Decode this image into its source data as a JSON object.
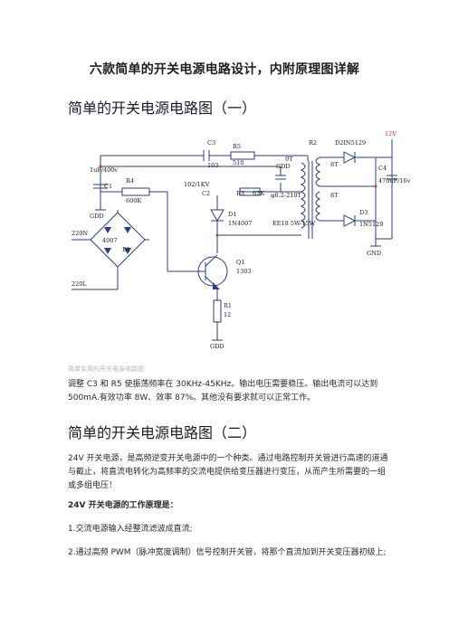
{
  "title": "六款简单的开关电源电路设计，内附原理图详解",
  "section1": {
    "heading": "简单的开关电源电路图（一）",
    "caption": "简单实用的开关电源电路图",
    "description": "调整 C3 和 R5 使振荡频率在 30KHz-45KHz。输出电压需要稳压。输出电流可以达到 500mA.有效功率 8W、效率 87%。其他没有要求就可以正常工作。"
  },
  "schematic": {
    "labels": {
      "c3": "C3",
      "c3_val": "103",
      "r5": "R5",
      "r5_val": "510",
      "r2": "R2",
      "d2": "D2IN5129",
      "v12": "12V",
      "c1_rating": "1uF/400v",
      "c1": "C1",
      "gdd": "GDD",
      "gdd2": "GDD",
      "turns9": "9T",
      "turns8a": "8T",
      "turns8b": "8T",
      "c4": "C4",
      "c4_val": "470uF/16v",
      "r4": "R4",
      "r4_val": "600K",
      "c2_rating": "102/1KV",
      "c2": "C2",
      "r3": "R3",
      "r3_val": "62K",
      "wire": "φ0.2-210T",
      "d1": "D1",
      "d1_val": "1N4007",
      "d3": "D3",
      "d3_val": "1N5129",
      "core": "EE18 5W-15W",
      "ac_n": "220N",
      "ac_l": "220L",
      "bridge": "4007",
      "b1": "B1",
      "q1": "Q1",
      "q1_val": "1303",
      "r1": "R1",
      "r1_val": "12",
      "gnd": "GND",
      "gdd3": "GDD"
    }
  },
  "section2": {
    "heading": "简单的开关电源电路图（二）",
    "intro": "24V 开关电源，是高频逆变开关电源中的一个种类。通过电路控制开关管进行高速的道通与截止，将直流电转化为高频率的交流电提供给变压器进行变压，从而产生所需要的一组或多组电压！",
    "principle_title": "24V 开关电源的工作原理是：",
    "step1": "1.交流电源输入经整流滤波成直流;",
    "step2": "2.通过高频 PWM（脉冲宽度调制）信号控制开关管，将那个直流加到开关变压器初级上;"
  }
}
